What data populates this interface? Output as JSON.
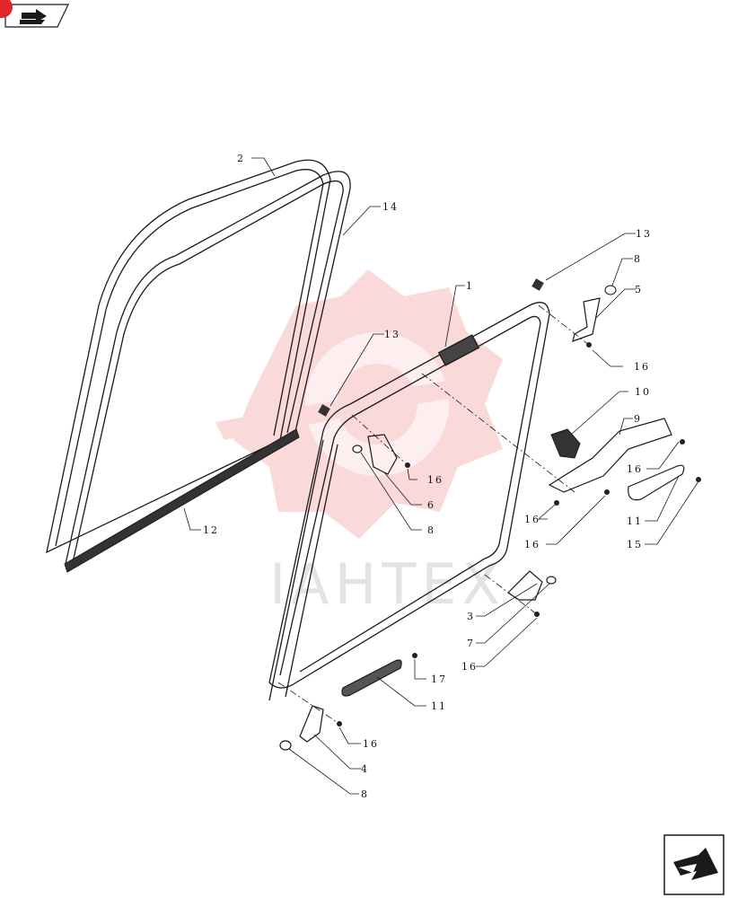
{
  "watermark": {
    "text": "IAHTEX",
    "color": "#f08a8a"
  },
  "colors": {
    "line": "#1a1a1a",
    "badge": "#e0262b"
  },
  "icons": {
    "top_left": "back-arrow-icon",
    "bottom_right": "next-page-arrow-icon"
  },
  "callouts": {
    "c2": "2",
    "c14": "14",
    "c13a": "13",
    "c8a": "8",
    "c1": "1",
    "c5": "5",
    "c13b": "13",
    "c16a": "16",
    "c10": "10",
    "c9": "9",
    "c16b": "16",
    "c16c": "16",
    "c6": "6",
    "c16d": "16",
    "c8b": "8",
    "c11a": "11",
    "c12": "12",
    "c15": "15",
    "c3": "3",
    "c7": "7",
    "c16e": "16",
    "c17": "17",
    "c11b": "11",
    "c16f": "16",
    "c4": "4",
    "c8c": "8"
  }
}
